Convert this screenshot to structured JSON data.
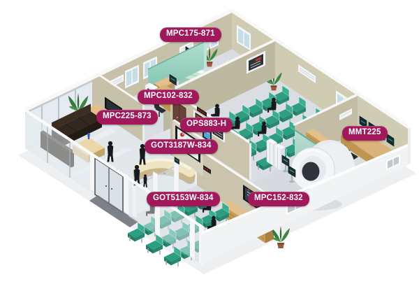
{
  "badges": [
    {
      "id": "mpc175-871",
      "text": "MPC175-871"
    },
    {
      "id": "mpc102-832",
      "text": "MPC102-832"
    },
    {
      "id": "mpc225-873",
      "text": "MPC225-873"
    },
    {
      "id": "ops883-h",
      "text": "OPS883-H"
    },
    {
      "id": "got3187w-834",
      "text": "GOT3187W-834"
    },
    {
      "id": "got5153w-834",
      "text": "GOT5153W-834"
    },
    {
      "id": "mpc152-832",
      "text": "MPC152-832"
    },
    {
      "id": "mmt225",
      "text": "MMT225"
    }
  ],
  "colors": {
    "badge_bg": "#A1195B",
    "badge_text": "#FFFFFF",
    "wall": "#C9C4AB",
    "wall_dark": "#BDB8A0",
    "wall_cap": "#F8F9F7",
    "floor": "#DADDE1",
    "exterior_wall": "#F1F3F5",
    "glass_green": "#8FCBBB",
    "bench_green": "#2E9E82",
    "wood": "#C79A58",
    "screen_dark": "#2E3338",
    "led_red": "#E2231A",
    "logo_red": "#C5332B",
    "silhouette": "#17191C"
  }
}
